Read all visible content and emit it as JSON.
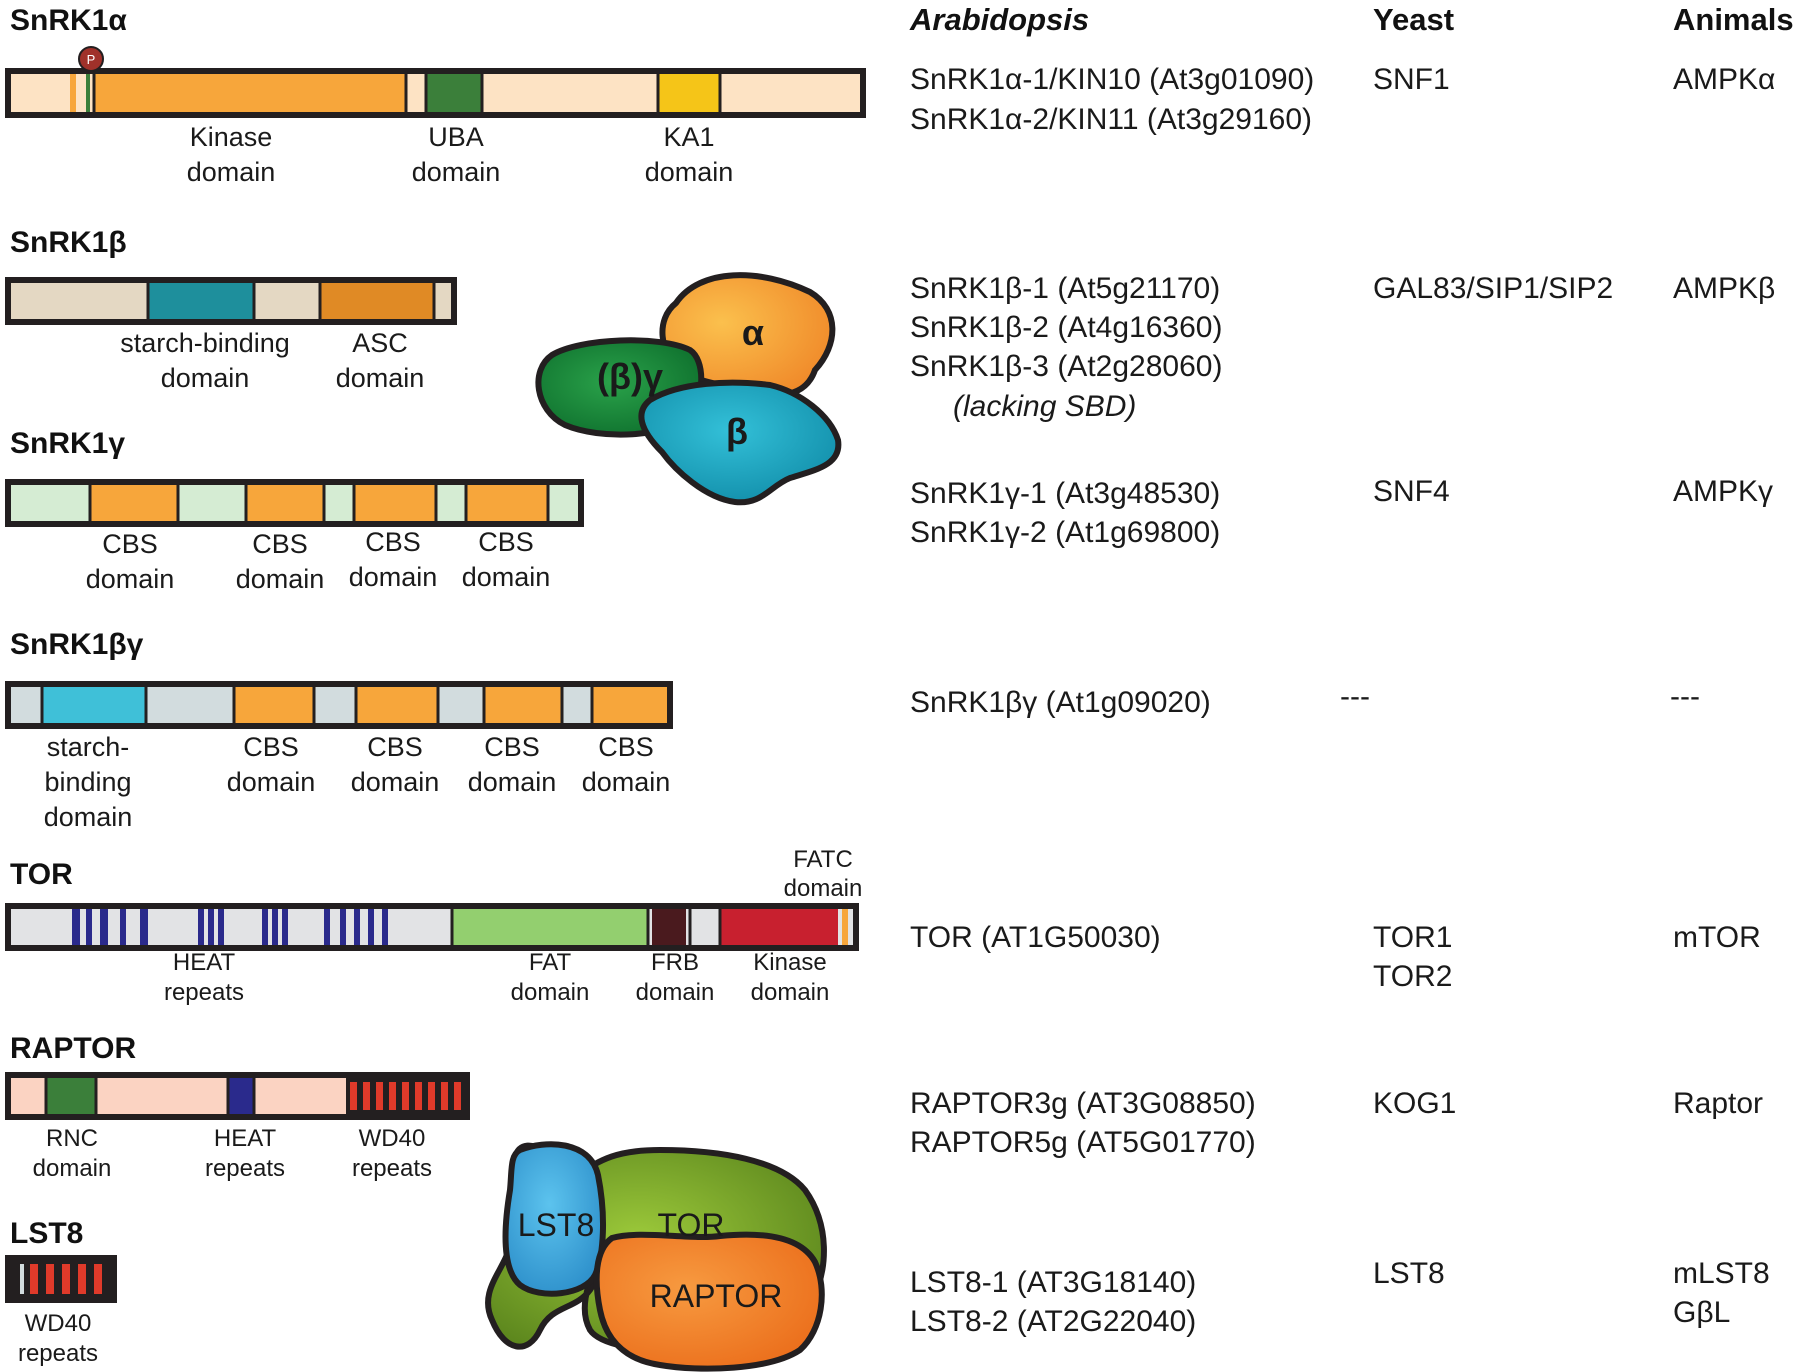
{
  "columns": {
    "arabidopsis": "Arabidopsis",
    "yeast": "Yeast",
    "animals": "Animals"
  },
  "proteins": [
    {
      "name": "SnRK1α",
      "phospho_badge": "P",
      "domains": [
        {
          "label": [
            "Kinase",
            "domain"
          ]
        },
        {
          "label": [
            "UBA",
            "domain"
          ]
        },
        {
          "label": [
            "KA1",
            "domain"
          ]
        }
      ],
      "arabidopsis": [
        "SnRK1α-1/KIN10 (At3g01090)",
        "SnRK1α-2/KIN11 (At3g29160)"
      ],
      "yeast": [
        "SNF1"
      ],
      "animals": [
        "AMPKα"
      ]
    },
    {
      "name": "SnRK1β",
      "domains": [
        {
          "label": [
            "starch-binding",
            "domain"
          ]
        },
        {
          "label": [
            "ASC",
            "domain"
          ]
        }
      ],
      "arabidopsis": [
        "SnRK1β-1 (At5g21170)",
        "SnRK1β-2 (At4g16360)",
        "SnRK1β-3 (At2g28060)"
      ],
      "arabidopsis_note": "(lacking SBD)",
      "yeast": [
        "GAL83/SIP1/SIP2"
      ],
      "animals": [
        "AMPKβ"
      ]
    },
    {
      "name": "SnRK1γ",
      "domains": [
        {
          "label": [
            "CBS",
            "domain"
          ]
        },
        {
          "label": [
            "CBS",
            "domain"
          ]
        },
        {
          "label": [
            "CBS",
            "domain"
          ]
        },
        {
          "label": [
            "CBS",
            "domain"
          ]
        }
      ],
      "arabidopsis": [
        "SnRK1γ-1 (At3g48530)",
        "SnRK1γ-2 (At1g69800)"
      ],
      "yeast": [
        "SNF4"
      ],
      "animals": [
        "AMPKγ"
      ]
    },
    {
      "name": "SnRK1βγ",
      "domains": [
        {
          "label": [
            "starch-",
            "binding",
            "domain"
          ]
        },
        {
          "label": [
            "CBS",
            "domain"
          ]
        },
        {
          "label": [
            "CBS",
            "domain"
          ]
        },
        {
          "label": [
            "CBS",
            "domain"
          ]
        },
        {
          "label": [
            "CBS",
            "domain"
          ]
        }
      ],
      "arabidopsis": [
        "SnRK1βγ (At1g09020)"
      ],
      "yeast": [
        "---"
      ],
      "animals": [
        "---"
      ]
    },
    {
      "name": "TOR",
      "domains": [
        {
          "label": [
            "HEAT",
            "repeats"
          ]
        },
        {
          "label": [
            "FAT",
            "domain"
          ]
        },
        {
          "label": [
            "FRB",
            "domain"
          ]
        },
        {
          "label": [
            "Kinase",
            "domain"
          ]
        },
        {
          "label": [
            "FATC",
            "domain"
          ]
        }
      ],
      "arabidopsis": [
        "TOR (AT1G50030)"
      ],
      "yeast": [
        "TOR1",
        "TOR2"
      ],
      "animals": [
        "mTOR"
      ]
    },
    {
      "name": "RAPTOR",
      "domains": [
        {
          "label": [
            "RNC",
            "domain"
          ]
        },
        {
          "label": [
            "HEAT",
            "repeats"
          ]
        },
        {
          "label": [
            "WD40",
            "repeats"
          ]
        }
      ],
      "arabidopsis": [
        "RAPTOR3g (AT3G08850)",
        "RAPTOR5g (AT5G01770)"
      ],
      "yeast": [
        "KOG1"
      ],
      "animals": [
        "Raptor"
      ]
    },
    {
      "name": "LST8",
      "domains": [
        {
          "label": [
            "WD40",
            "repeats"
          ]
        }
      ],
      "arabidopsis": [
        "LST8-1 (AT3G18140)",
        "LST8-2 (AT2G22040)"
      ],
      "yeast": [
        "LST8"
      ],
      "animals": [
        "mLST8",
        "GβL"
      ]
    }
  ],
  "snrk1_complex": {
    "alpha": "α",
    "beta": "β",
    "gamma": "(β)γ"
  },
  "torc1_complex": {
    "lst8": "LST8",
    "tor": "TOR",
    "raptor": "RAPTOR"
  },
  "colors": {
    "outline": "#231f20",
    "kinase_orange": "#f7a63b",
    "alpha_bg": "#fde3c4",
    "uba_green": "#3b7f3a",
    "ka1_yellow": "#f5c518",
    "beta_bg": "#e4d8c3",
    "sbd_teal": "#1e8f9c",
    "asc_orange": "#e08a25",
    "gamma_bg": "#d5ecd3",
    "bg_grey": "#d2dcde",
    "sbd_cyan": "#3fc0d8",
    "tor_bg": "#e2e3e5",
    "heat_blue": "#2a2a8c",
    "fat_green": "#93cf6f",
    "frb_dark": "#4a1a1e",
    "tor_kinase_red": "#c8202f",
    "raptor_bg": "#fbd3c2",
    "rnc_green": "#3b7f3a",
    "wd40_red": "#e03a2a",
    "complex_alpha": "#f7a63b",
    "complex_beta": "#1ea6bf",
    "complex_gamma": "#1e8a3a",
    "complex_lst8": "#3aa7dc",
    "complex_tor": "#7aa62a",
    "complex_raptor": "#f07c25"
  }
}
